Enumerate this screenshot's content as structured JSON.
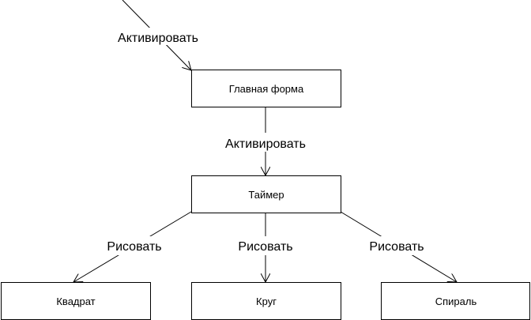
{
  "nodes": {
    "main_form": "Главная форма",
    "timer": "Таймер",
    "square": "Квадрат",
    "circle": "Круг",
    "spiral": "Спираль"
  },
  "edges": {
    "entry_activate": "Активировать",
    "form_activate": "Активировать",
    "draw_square": "Рисовать",
    "draw_circle": "Рисовать",
    "draw_spiral": "Рисовать"
  },
  "colors": {
    "stroke": "#000000",
    "background": "#ffffff"
  }
}
